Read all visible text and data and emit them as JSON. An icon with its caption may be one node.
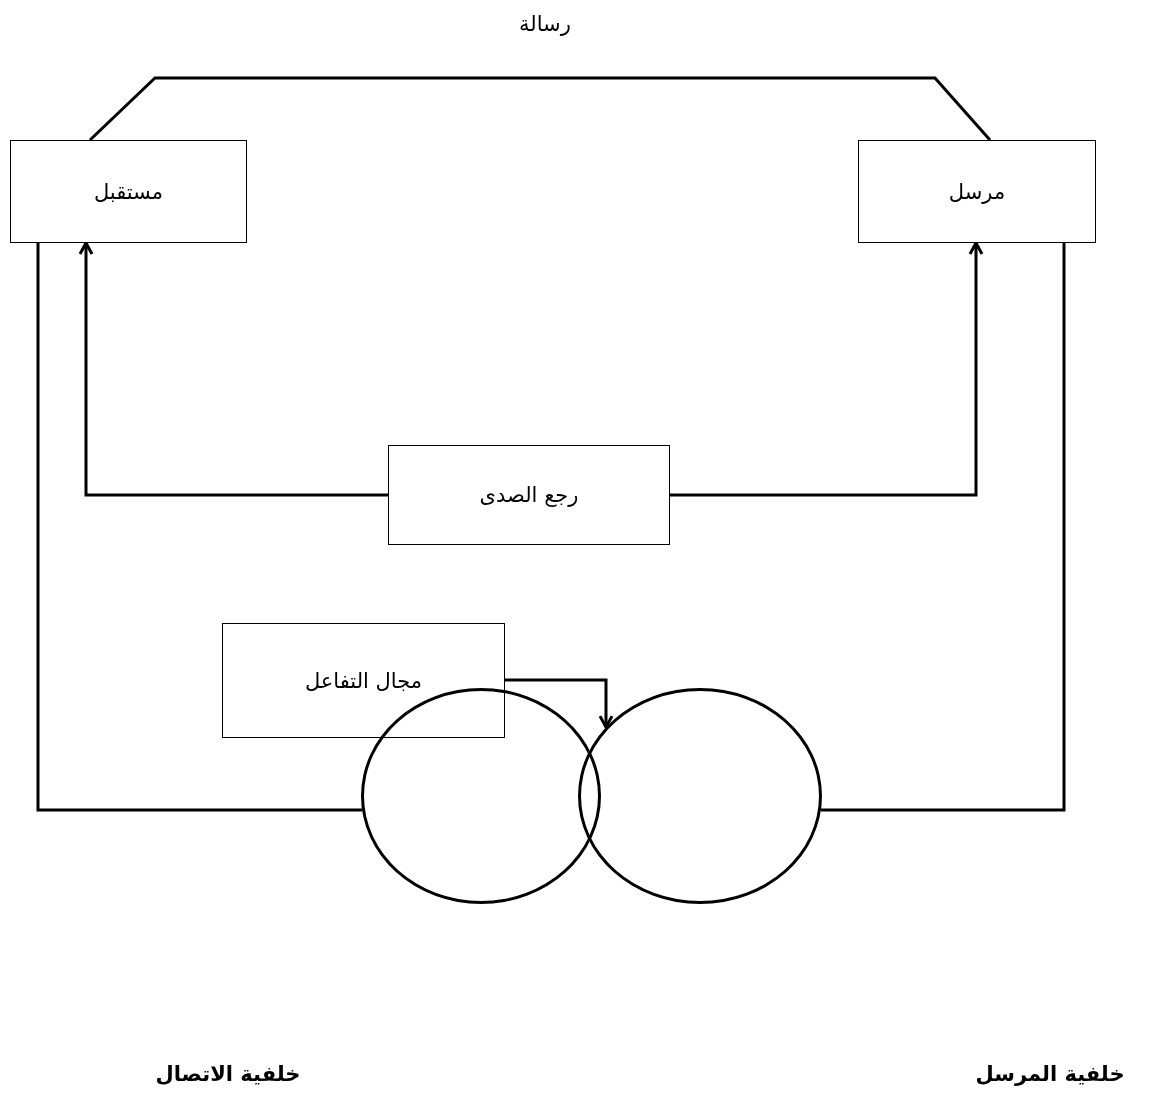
{
  "diagram": {
    "nodes": [
      {
        "text": [
          "مستقبل"
        ]
      },
      {
        "text": [
          "مرسل"
        ]
      },
      {
        "text": [
          "رجع الصدى"
        ]
      },
      {
        "text": [
          "مجال التفاعل"
        ]
      },
      {
        "text": [],
        "shape": "circle"
      },
      {
        "text": [],
        "shape": "circle"
      }
    ],
    "edges": [
      {
        "from": 0,
        "to": 1,
        "arrow": "none",
        "label": "رسالة"
      },
      {
        "from": 2,
        "to": 0,
        "arrow": "to"
      },
      {
        "from": 2,
        "to": 1,
        "arrow": "to"
      },
      {
        "from": 3,
        "to": 5,
        "arrow": "to"
      },
      {
        "from": 0,
        "to": 4,
        "arrow": "none"
      },
      {
        "from": 1,
        "to": 5,
        "arrow": "none"
      }
    ],
    "labels": [
      "خلفية الاتصال",
      "خلفية المرسل"
    ]
  }
}
